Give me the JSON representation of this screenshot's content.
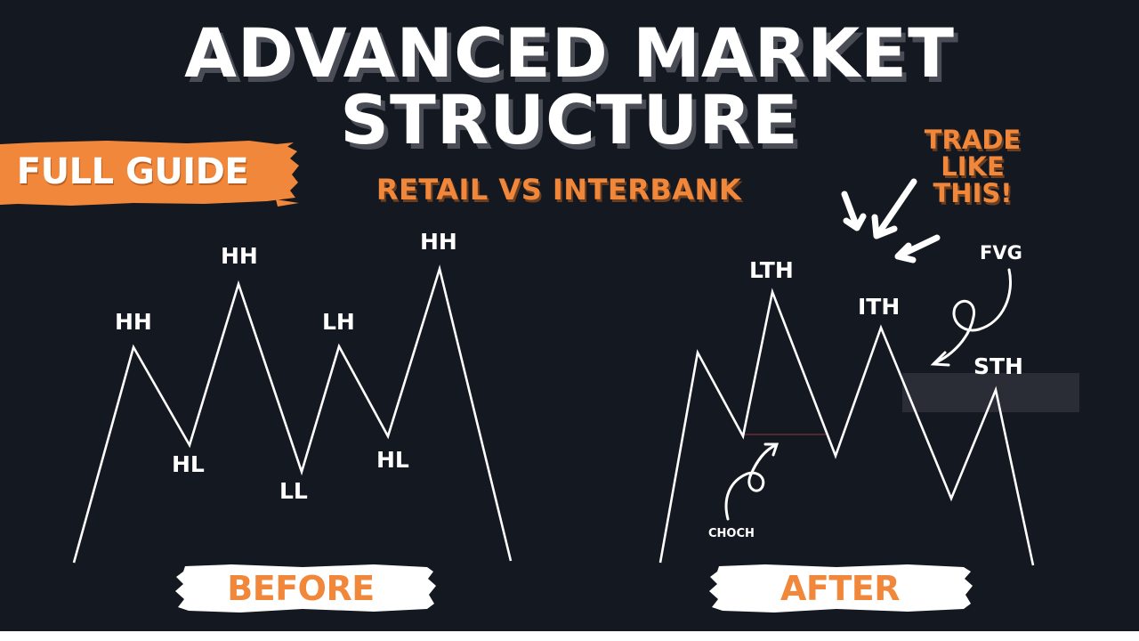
{
  "header": {
    "title_line1": "ADVANCED MARKET",
    "title_line2": "STRUCTURE",
    "subtitle": "RETAIL VS INTERBANK"
  },
  "badge": {
    "label": "FULL GUIDE",
    "color": "#f0873a"
  },
  "callout": {
    "lines": [
      "TRADE",
      "LIKE",
      "THIS!"
    ],
    "color": "#f0873a"
  },
  "before_panel": {
    "label": "BEFORE",
    "points": [
      {
        "label": "HH"
      },
      {
        "label": "HL"
      },
      {
        "label": "HH"
      },
      {
        "label": "LL"
      },
      {
        "label": "LH"
      },
      {
        "label": "HL"
      },
      {
        "label": "HH"
      }
    ]
  },
  "after_panel": {
    "label": "AFTER",
    "points": [
      {
        "label": "LTH"
      },
      {
        "label": "ITH"
      },
      {
        "label": "STH"
      }
    ],
    "annotations": {
      "fvg": "FVG",
      "choch": "CHOCH"
    }
  },
  "colors": {
    "background": "#141821",
    "accent_orange": "#f0873a",
    "text_white": "#ffffff",
    "fvg_box": "#2a2d36",
    "choch_line": "#6b2a33"
  }
}
